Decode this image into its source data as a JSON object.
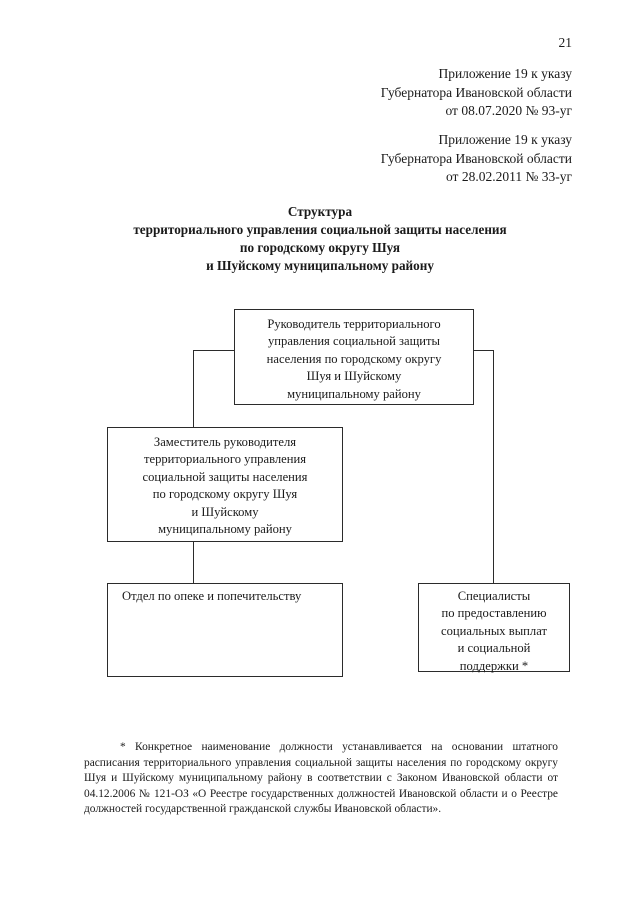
{
  "document": {
    "page_number": "21",
    "references": [
      {
        "lines": [
          "Приложение 19 к указу",
          "Губернатора Ивановской области",
          "от 08.07.2020 № 93-уг"
        ]
      },
      {
        "lines": [
          "Приложение 19 к указу",
          "Губернатора Ивановской области",
          "от 28.02.2011 № 33-уг"
        ]
      }
    ],
    "title": [
      "Структура",
      "территориального управления социальной защиты населения",
      "по городскому округу Шуя",
      "и Шуйскому муниципальному району"
    ],
    "footnote": "* Конкретное наименование должности устанавливается на основании штатного расписания территориального управления социальной защиты населения по городскому округу Шуя и Шуйскому муниципальному району в соответствии с Законом Ивановской области от 04.12.2006 № 121-ОЗ «О Реестре государственных должностей Ивановской области и о Реестре должностей государственной гражданской службы Ивановской области»."
  },
  "chart_data": {
    "type": "diagram",
    "title": "Структура территориального управления социальной защиты населения по городскому округу Шуя и Шуйскому муниципальному району",
    "orientation": "top-down",
    "border_color": "#2b2b2b",
    "nodes": [
      {
        "id": "head",
        "level": 0,
        "lines": [
          "Руководитель территориального",
          "управления социальной защиты",
          "населения по городскому округу",
          "Шуя и Шуйскому",
          "муниципальному району"
        ]
      },
      {
        "id": "deputy",
        "level": 1,
        "lines": [
          "Заместитель руководителя",
          "территориального управления",
          "социальной защиты населения",
          "по городскому округу Шуя",
          "и Шуйскому",
          "муниципальному району"
        ]
      },
      {
        "id": "otdel",
        "level": 2,
        "lines": [
          "Отдел по опеке и попечительству"
        ]
      },
      {
        "id": "specialists",
        "level": 1,
        "lines": [
          "Специалисты",
          "по предоставлению",
          "социальных выплат",
          "и социальной",
          "поддержки *"
        ]
      }
    ],
    "edges": [
      {
        "from": "head",
        "to": "deputy"
      },
      {
        "from": "head",
        "to": "specialists"
      },
      {
        "from": "deputy",
        "to": "otdel"
      }
    ]
  }
}
